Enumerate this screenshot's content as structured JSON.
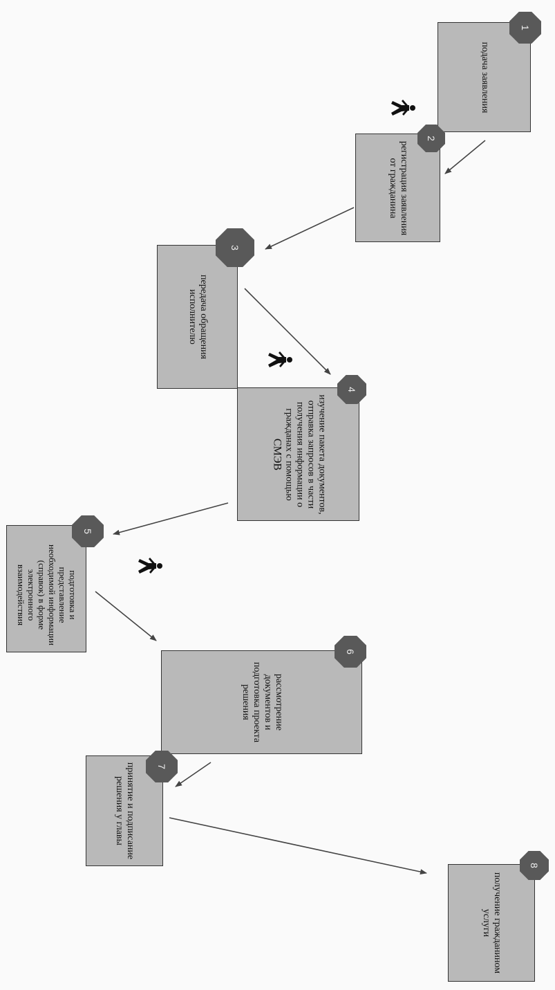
{
  "steps": [
    {
      "number": "1",
      "lines": [
        "подача заявления"
      ]
    },
    {
      "number": "2",
      "lines": [
        "регистрация заявления",
        "от гражданина"
      ]
    },
    {
      "number": "3",
      "lines": [
        "передача обращения",
        "исполнителю"
      ]
    },
    {
      "number": "4",
      "lines": [
        "изучение пакета документов,",
        "отправка запросов в части",
        "получения информации о",
        "гражданах с помощью",
        "СМЭВ"
      ]
    },
    {
      "number": "5",
      "lines": [
        "подготовка и",
        "представление",
        "необходимой информации",
        "(справок) в форме",
        "электронного",
        "взаимодействия"
      ]
    },
    {
      "number": "6",
      "lines": [
        "рассмотрение",
        "документов и",
        "подготовка проекта",
        "решения"
      ]
    },
    {
      "number": "7",
      "lines": [
        "принятие и подписание",
        "решения у главы"
      ]
    },
    {
      "number": "8",
      "lines": [
        "получение гражданином",
        "услуги"
      ]
    }
  ],
  "icons": [
    "walking-person-icon",
    "walking-person-icon",
    "walking-person-icon"
  ],
  "colors": {
    "box_fill": "#b9b9b9",
    "badge_fill": "#595959",
    "arrow": "#444444"
  }
}
